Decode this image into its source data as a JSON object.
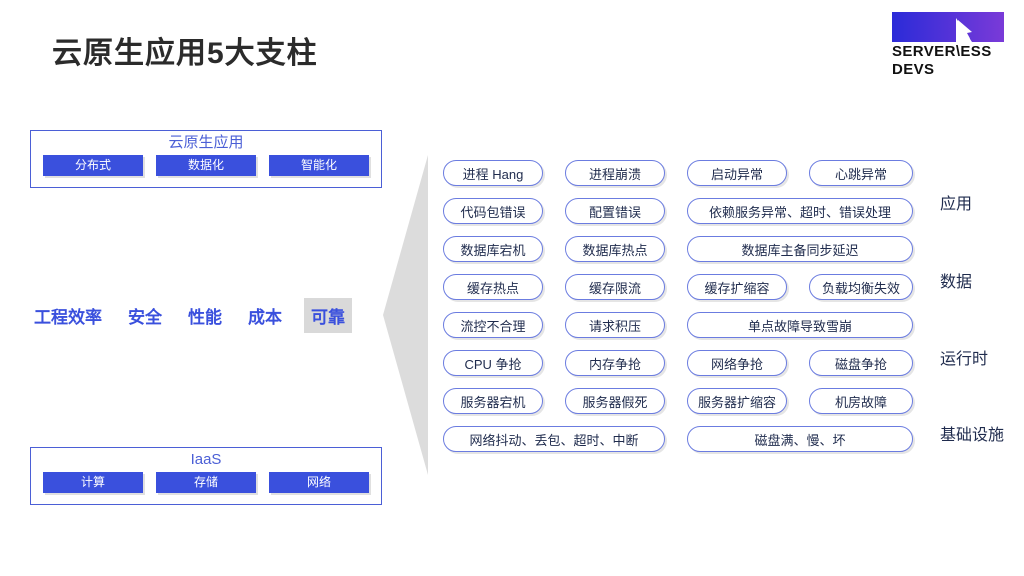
{
  "header": {
    "title": "云原生应用5大支柱",
    "logo": {
      "line1": "SERVER\\ESS",
      "line2": "DEVS",
      "gradient_from": "#2b2bd8",
      "gradient_to": "#7a3ad8"
    }
  },
  "left": {
    "cloud_native_box": {
      "title": "云原生应用",
      "chips": [
        "分布式",
        "数据化",
        "智能化"
      ]
    },
    "iaas_box": {
      "title": "IaaS",
      "chips": [
        "计算",
        "存储",
        "网络"
      ]
    },
    "pillars": {
      "items": [
        "工程效率",
        "安全",
        "性能",
        "成本",
        "可靠"
      ],
      "selected": "可靠",
      "color": "#3a50dd",
      "highlight_bg": "#d9d9d9"
    }
  },
  "arrow": {
    "color": "#dcdcdc",
    "direction": "left"
  },
  "matrix": {
    "border_color": "#6b7ce0",
    "text_color": "#1f2b4d",
    "rows": [
      {
        "cells": [
          {
            "label": "进程 Hang",
            "span": "c1"
          },
          {
            "label": "进程崩溃",
            "span": "c2"
          },
          {
            "label": "启动异常",
            "span": "c3"
          },
          {
            "label": "心跳异常",
            "span": "c4"
          }
        ]
      },
      {
        "cells": [
          {
            "label": "代码包错误",
            "span": "c1"
          },
          {
            "label": "配置错误",
            "span": "c2"
          },
          {
            "label": "依赖服务异常、超时、错误处理",
            "span": "c34"
          }
        ]
      },
      {
        "cells": [
          {
            "label": "数据库宕机",
            "span": "c1"
          },
          {
            "label": "数据库热点",
            "span": "c2"
          },
          {
            "label": "数据库主备同步延迟",
            "span": "c34"
          }
        ]
      },
      {
        "cells": [
          {
            "label": "缓存热点",
            "span": "c1"
          },
          {
            "label": "缓存限流",
            "span": "c2"
          },
          {
            "label": "缓存扩缩容",
            "span": "c3"
          },
          {
            "label": "负载均衡失效",
            "span": "c4"
          }
        ]
      },
      {
        "cells": [
          {
            "label": "流控不合理",
            "span": "c1"
          },
          {
            "label": "请求积压",
            "span": "c2"
          },
          {
            "label": "单点故障导致雪崩",
            "span": "c34"
          }
        ]
      },
      {
        "cells": [
          {
            "label": "CPU 争抢",
            "span": "c1"
          },
          {
            "label": "内存争抢",
            "span": "c2"
          },
          {
            "label": "网络争抢",
            "span": "c3"
          },
          {
            "label": "磁盘争抢",
            "span": "c4"
          }
        ]
      },
      {
        "cells": [
          {
            "label": "服务器宕机",
            "span": "c1"
          },
          {
            "label": "服务器假死",
            "span": "c2"
          },
          {
            "label": "服务器扩缩容",
            "span": "c3"
          },
          {
            "label": "机房故障",
            "span": "c4"
          }
        ]
      },
      {
        "cells": [
          {
            "label": "网络抖动、丢包、超时、中断",
            "span": "c12"
          },
          {
            "label": "磁盘满、慢、坏",
            "span": "c34b"
          }
        ]
      }
    ]
  },
  "categories": [
    {
      "id": "cat-app",
      "label": "应用"
    },
    {
      "id": "cat-data",
      "label": "数据"
    },
    {
      "id": "cat-runtime",
      "label": "运行时"
    },
    {
      "id": "cat-infra",
      "label": "基础设施"
    }
  ]
}
